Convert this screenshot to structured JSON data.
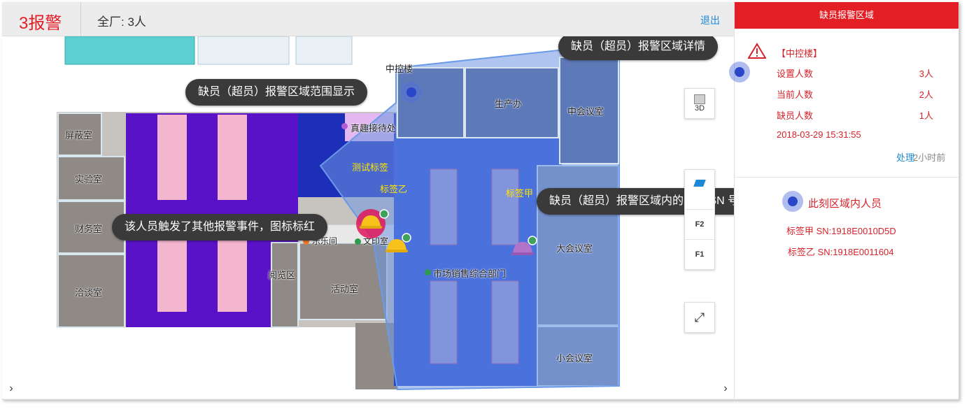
{
  "header": {
    "alarm_count": "3报警",
    "factory_total": "全厂: 3人",
    "logout_label": "退出"
  },
  "map": {
    "rooms": {
      "control_building": "中控楼",
      "production_office": "生产办",
      "mid_meeting": "中会议室",
      "screening": "屏蔽室",
      "lab": "实验室",
      "finance": "财务室",
      "negotiation": "洽谈室",
      "reception": "真趣接待处",
      "le_le": "乐乐间",
      "print_room": "文印室",
      "reading": "阅览区",
      "activity": "活动室",
      "sales": "市场销售综合部门",
      "big_meeting": "大会议室",
      "small_meeting": "小会议室"
    },
    "tags": {
      "test_tag": "测试标签",
      "tag_b": "标签乙",
      "tag_a": "标签甲"
    },
    "callouts": {
      "area_range": "缺员（超员）报警区域范围显示",
      "area_detail": "缺员（超员）报警区域详情",
      "area_person_sn": "缺员（超员）报警区域内的人员 SN 号",
      "other_alarm": "该人员触发了其他报警事件，图标标红"
    },
    "tools": {
      "view3d": "3D",
      "floor2": "F2",
      "floor1": "F1"
    },
    "colors": {
      "alarm_zone": "#7ba3e6",
      "room_blue": "#2346d6",
      "room_purple": "#5a12c8",
      "room_gray": "#8f8a85",
      "highlight_pink": "#f4b6cf"
    }
  },
  "panel": {
    "title": "缺员报警区域",
    "area_name": "【中控楼】",
    "set_label": "设置人数",
    "set_value": "3人",
    "current_label": "当前人数",
    "current_value": "2人",
    "missing_label": "缺员人数",
    "missing_value": "1人",
    "timestamp": "2018-03-29 15:31:55",
    "action_label": "处理",
    "ago": "2小时前",
    "persons_title": "此刻区域内人员",
    "persons": [
      "标签甲 SN:1918E0010D5D",
      "标签乙 SN:1918E0011604"
    ]
  }
}
